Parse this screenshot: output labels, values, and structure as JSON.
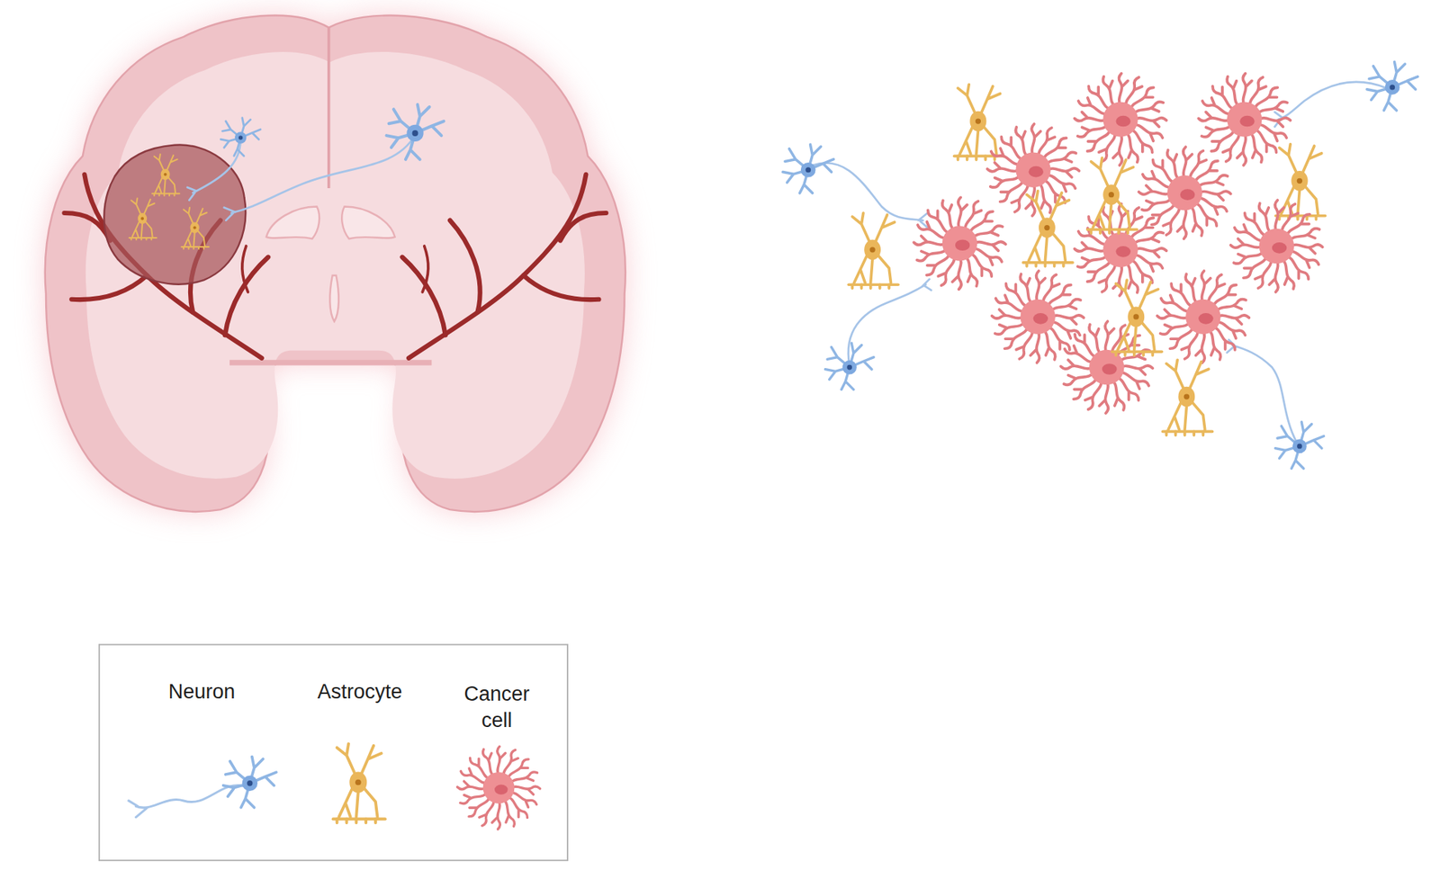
{
  "diagram": {
    "legend": [
      {
        "text": "Neuron"
      },
      {
        "text": "Astrocyte"
      },
      {
        "text": "Cancer cell"
      }
    ]
  }
}
